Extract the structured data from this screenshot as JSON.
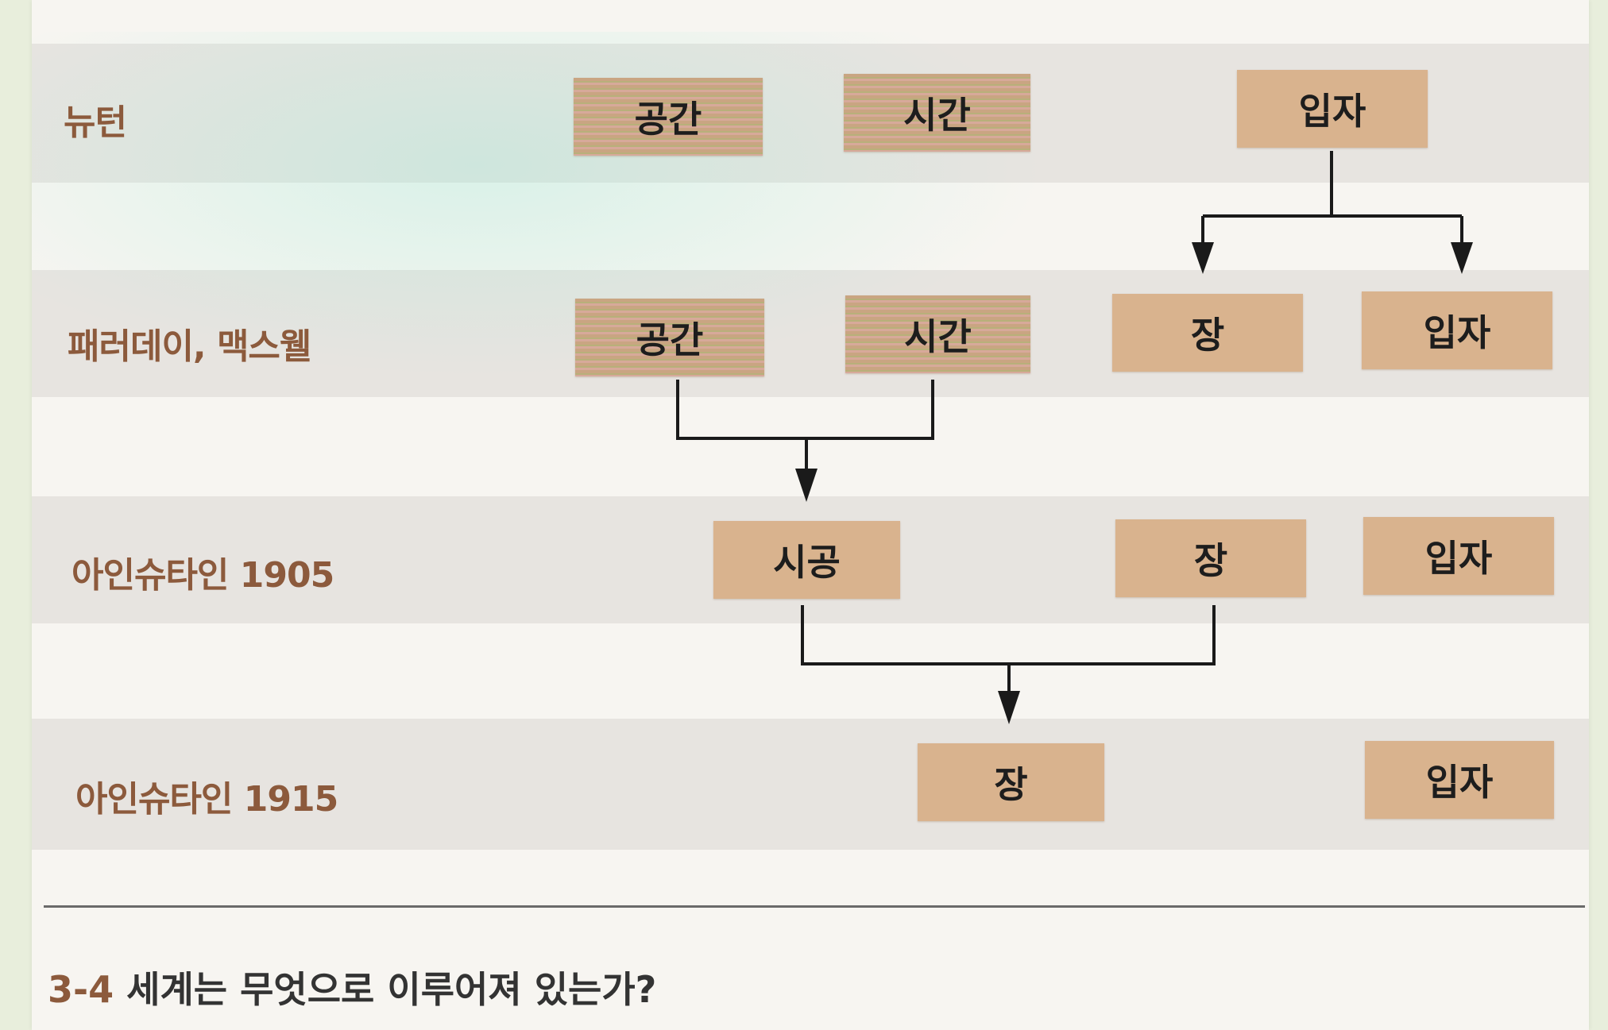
{
  "rows": {
    "newton": {
      "label": "뉴턴"
    },
    "faraday": {
      "label": "패러데이, 맥스웰"
    },
    "einstein1905": {
      "label": "아인슈타인 1905"
    },
    "einstein1915": {
      "label": "아인슈타인 1915"
    }
  },
  "boxes": {
    "newton_space": "공간",
    "newton_time": "시간",
    "newton_particle": "입자",
    "faraday_space": "공간",
    "faraday_time": "시간",
    "faraday_field": "장",
    "faraday_particle": "입자",
    "e1905_spacetime": "시공",
    "e1905_field": "장",
    "e1905_particle": "입자",
    "e1915_field": "장",
    "e1915_particle": "입자"
  },
  "caption": {
    "number": "3-4",
    "text": "세계는 무엇으로 이루어져 있는가?"
  },
  "colors": {
    "box": "#d9b38e",
    "label": "#8c5a3c",
    "band": "#e7e4e0",
    "page": "#f7f5f1",
    "connector": "#1a1a1a"
  }
}
